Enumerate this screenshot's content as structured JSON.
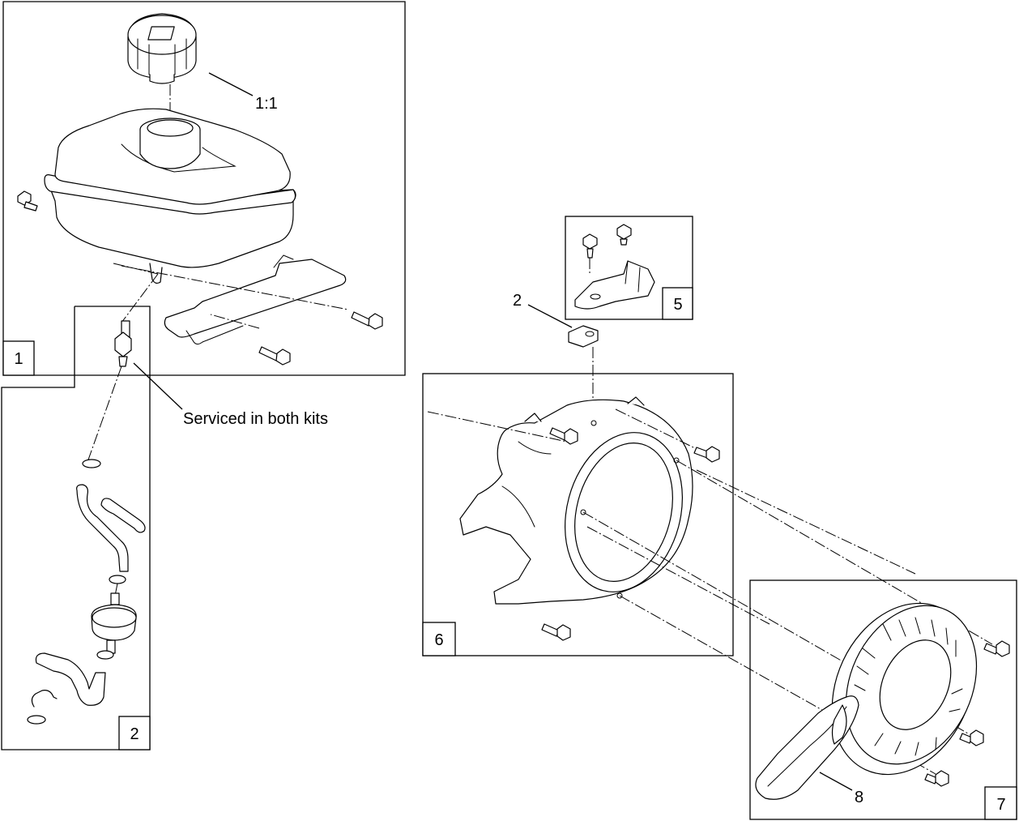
{
  "callouts": {
    "kit1": "1",
    "kit2": "2",
    "kit5": "5",
    "kit6": "6",
    "kit7": "7",
    "cap": "1:1",
    "clip": "2",
    "handle": "8"
  },
  "note": "Serviced in both kits"
}
